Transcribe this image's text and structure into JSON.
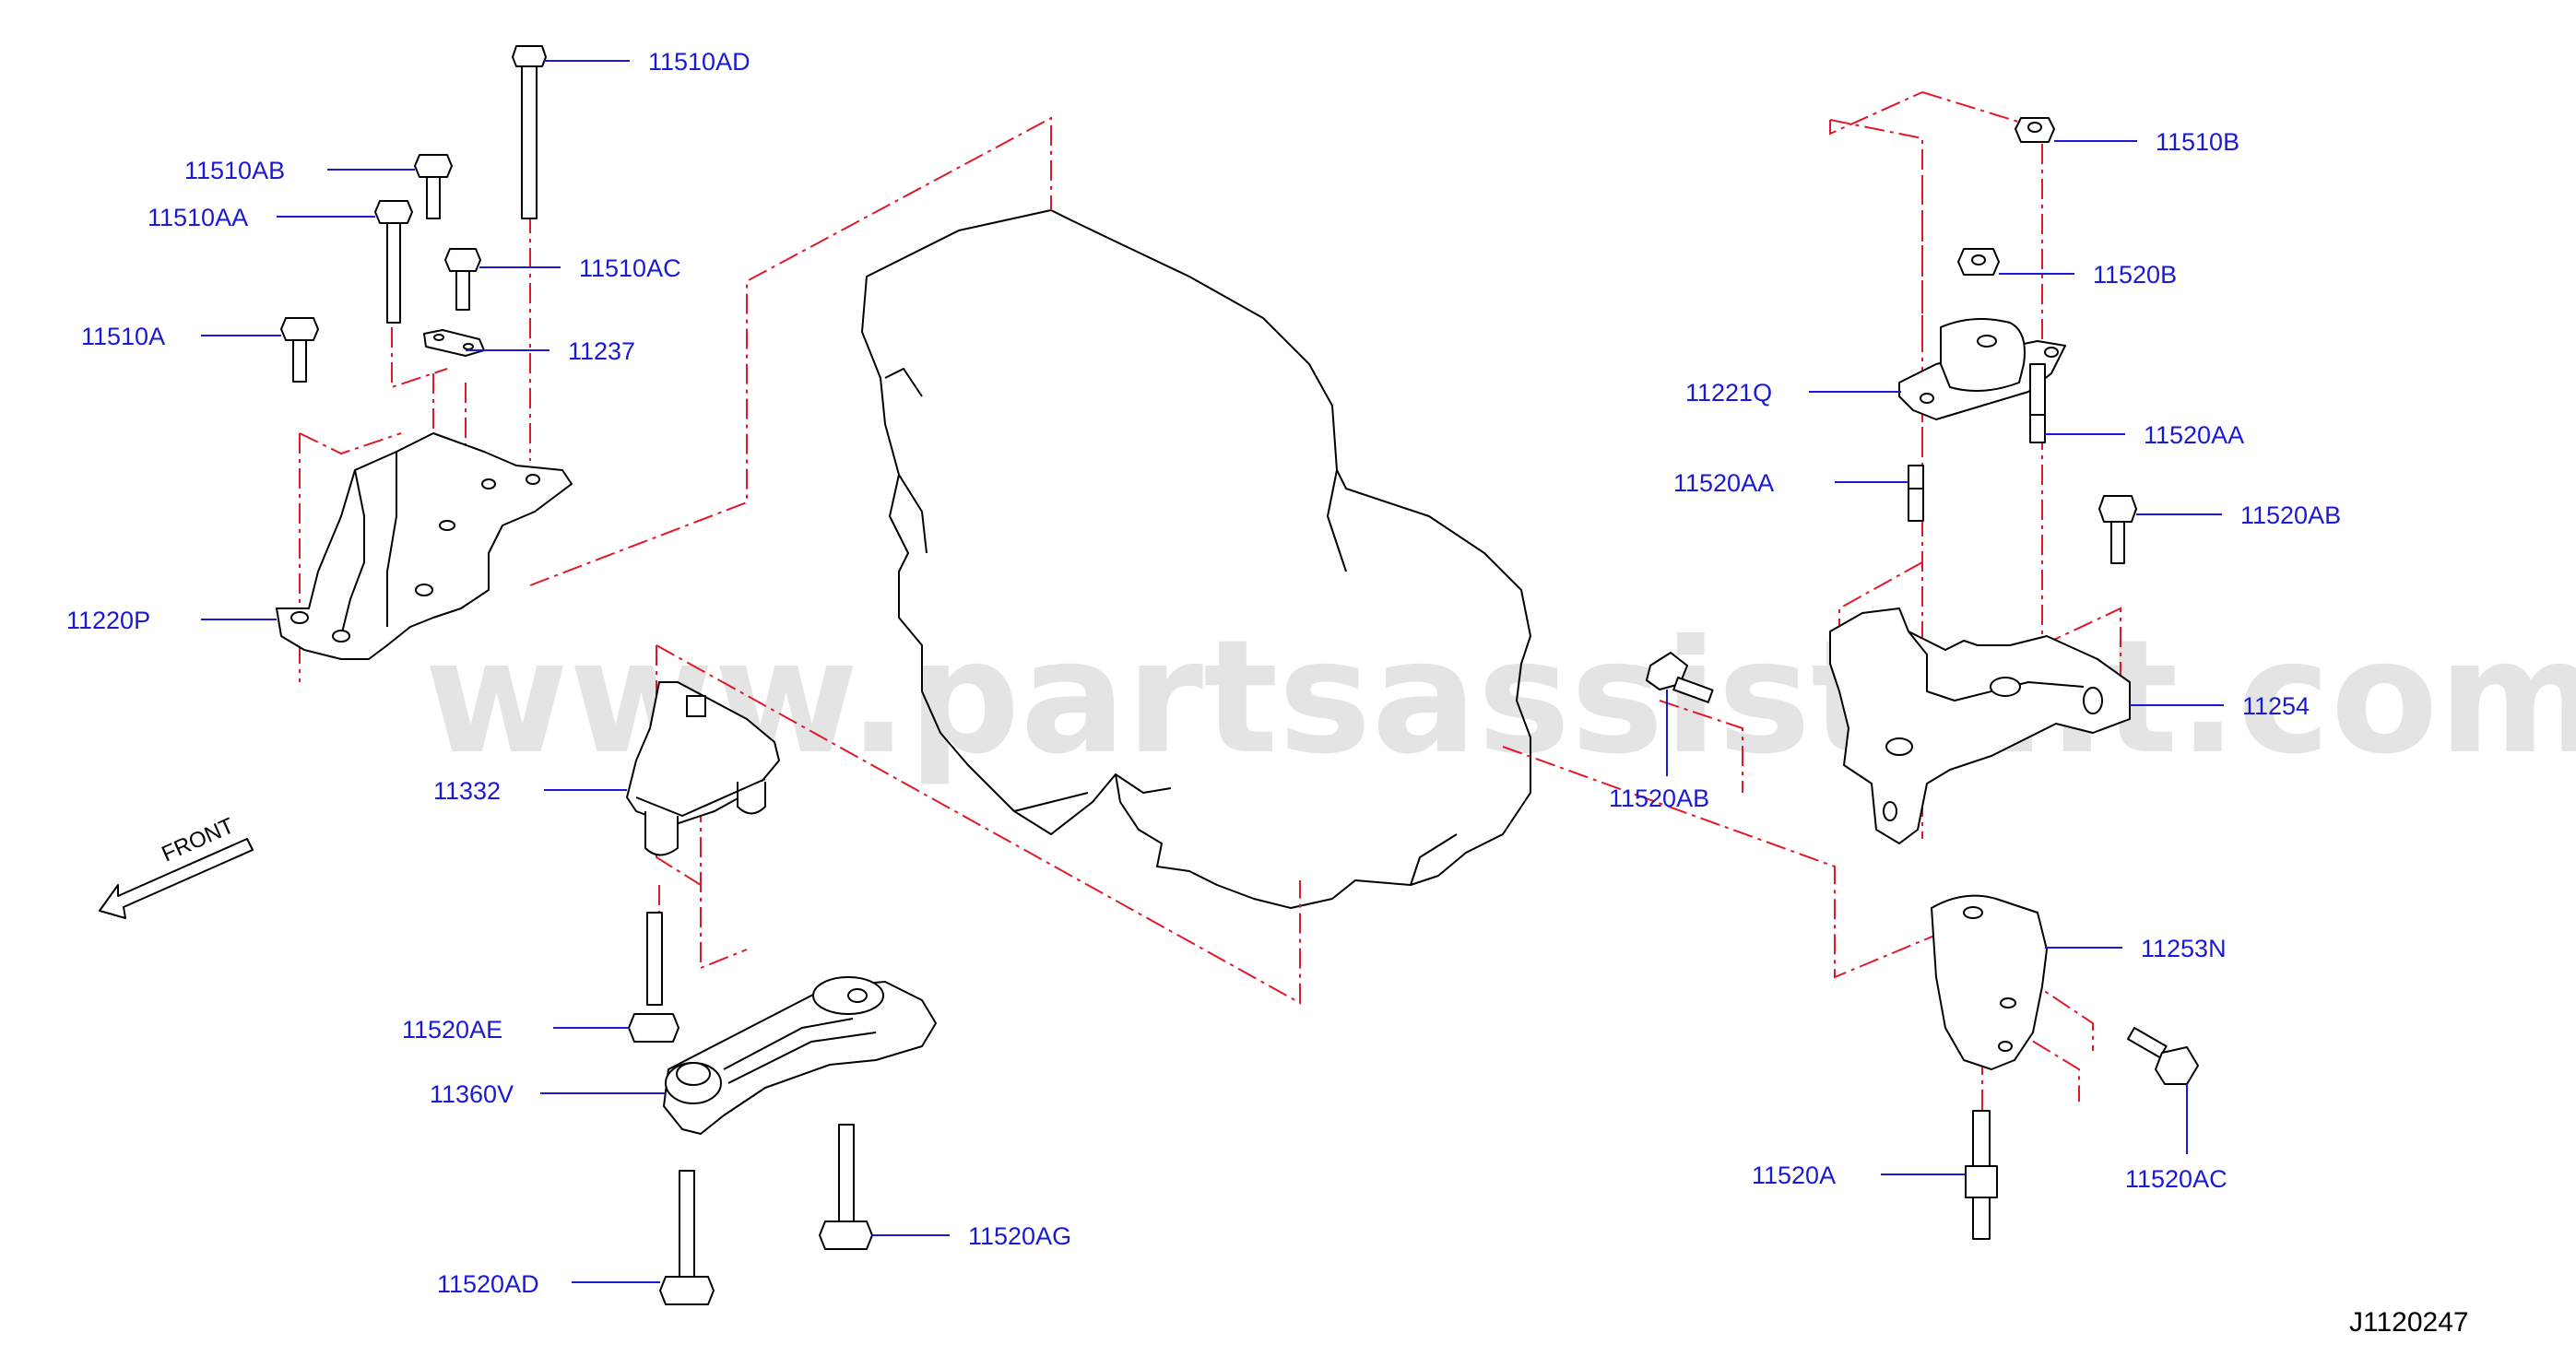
{
  "diagram_id": "J1120247",
  "watermark": "www.partsassistant.com",
  "front_label": "FRONT",
  "colors": {
    "label": "#1a1ad6",
    "dash": "#e0182a",
    "line": "#000000",
    "watermark": "#cfcfcf"
  },
  "labels": [
    {
      "id": "11510AD",
      "text": "11510AD"
    },
    {
      "id": "11510AB",
      "text": "11510AB"
    },
    {
      "id": "11510AA",
      "text": "11510AA"
    },
    {
      "id": "11510AC",
      "text": "11510AC"
    },
    {
      "id": "11510A",
      "text": "11510A"
    },
    {
      "id": "11237",
      "text": "11237"
    },
    {
      "id": "11220P",
      "text": "11220P"
    },
    {
      "id": "11332",
      "text": "11332"
    },
    {
      "id": "11520AE",
      "text": "11520AE"
    },
    {
      "id": "11360V",
      "text": "11360V"
    },
    {
      "id": "11520AD",
      "text": "11520AD"
    },
    {
      "id": "11520AG",
      "text": "11520AG"
    },
    {
      "id": "11510B",
      "text": "11510B"
    },
    {
      "id": "11520B",
      "text": "11520B"
    },
    {
      "id": "11221Q",
      "text": "11221Q"
    },
    {
      "id": "11520AA_r",
      "text": "11520AA"
    },
    {
      "id": "11520AA_l",
      "text": "11520AA"
    },
    {
      "id": "11520AB_r",
      "text": "11520AB"
    },
    {
      "id": "11254",
      "text": "11254"
    },
    {
      "id": "11520AB_l",
      "text": "11520AB"
    },
    {
      "id": "11253N",
      "text": "11253N"
    },
    {
      "id": "11520A",
      "text": "11520A"
    },
    {
      "id": "11520AC",
      "text": "11520AC"
    }
  ]
}
